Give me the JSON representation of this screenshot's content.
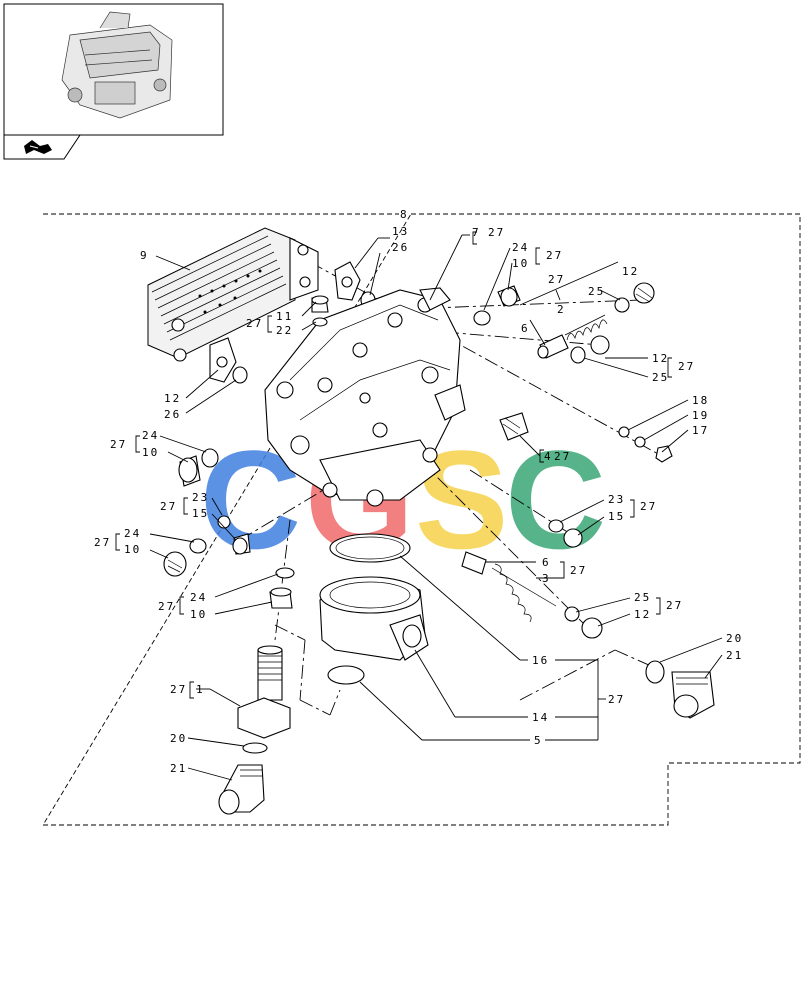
{
  "watermark": {
    "letters": [
      "C",
      "G",
      "S",
      "C"
    ],
    "colors": [
      "#3f7fe0",
      "#f06a6a",
      "#f6d24a",
      "#3aa675"
    ]
  },
  "nav_icon": "exploded-view-arrow-icon",
  "callouts": {
    "c8": "8",
    "c9": "9",
    "c13": "13",
    "c26a": "26",
    "c27a": "27",
    "c7": "7",
    "c24a": "24",
    "c27b": "27",
    "c10a": "10",
    "c27c": "27",
    "c12a": "12",
    "c2": "2",
    "c25a": "25",
    "c6a": "6",
    "c27d": "27",
    "c11": "11",
    "c22": "22",
    "c12b": "12",
    "c26b": "26",
    "c12c": "12",
    "c27e": "27",
    "c25b": "25",
    "c18": "18",
    "c19": "19",
    "c17": "17",
    "c27f": "27",
    "c24b": "24",
    "c10b": "10",
    "c4": "4",
    "c27g": "27",
    "c27h": "27",
    "c23a": "23",
    "c15a": "15",
    "c27i": "27",
    "c23b": "23",
    "c15b": "15",
    "c27j": "27",
    "c24c": "24",
    "c10c": "10",
    "c6b": "6",
    "c3": "3",
    "c27k": "27",
    "c27l": "27",
    "c24d": "24",
    "c10d": "10",
    "c25c": "25",
    "c12d": "12",
    "c27m": "27",
    "c20a": "20",
    "c21a": "21",
    "c16": "16",
    "c27n": "27",
    "c1": "1",
    "c27o": "27",
    "c14": "14",
    "c20b": "20",
    "c5": "5",
    "c21b": "21"
  }
}
